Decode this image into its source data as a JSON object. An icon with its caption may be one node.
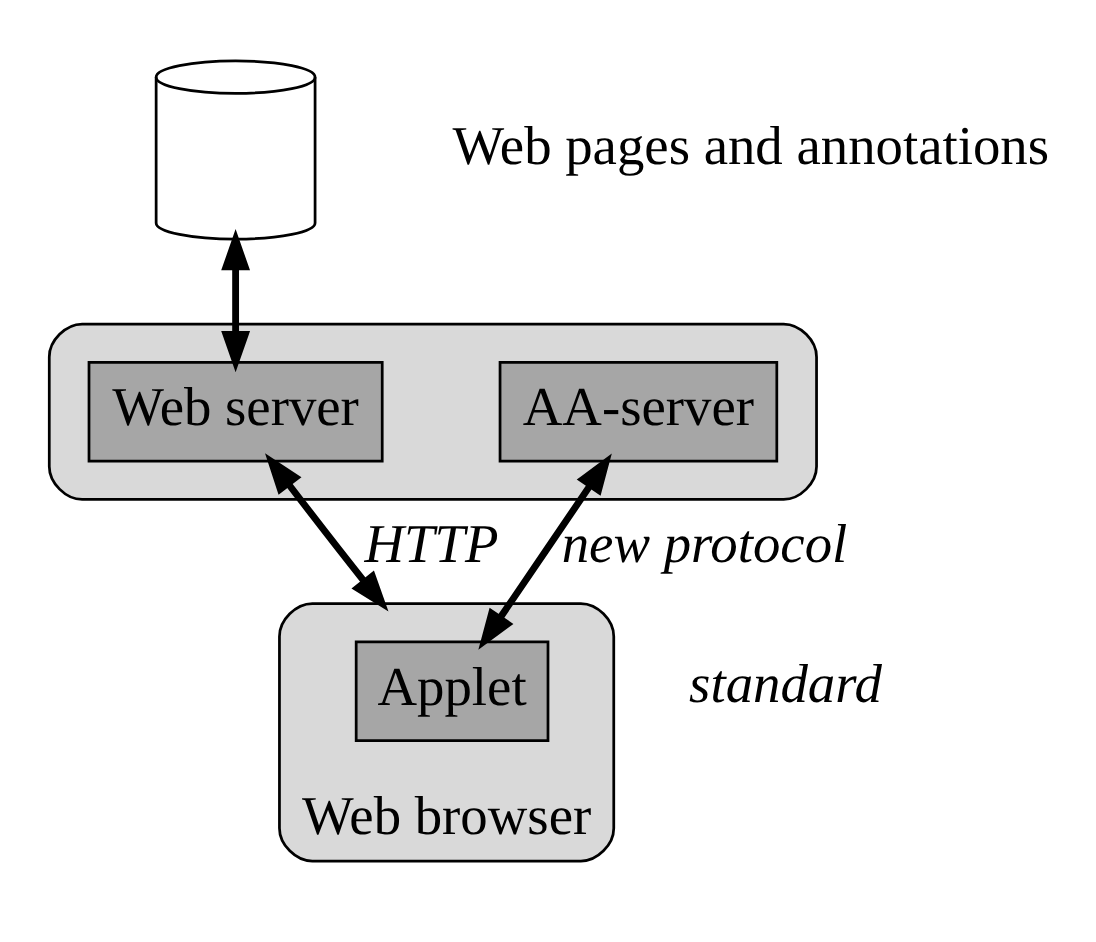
{
  "diagram": {
    "nodes": [
      {
        "text": [],
        "shape": "cylinder",
        "beside": [
          "Web pages and annotations"
        ]
      },
      {
        "text": [],
        "shape": "box"
      },
      {
        "text": [
          "Web server"
        ],
        "in": 1
      },
      {
        "text": [
          "AA-server"
        ],
        "in": 1
      },
      {
        "text": [
          "Web browser"
        ],
        "beside": [
          "standard"
        ]
      },
      {
        "text": [
          "Applet"
        ],
        "in": 4
      }
    ],
    "edges": [
      {
        "from": 0,
        "to": 2,
        "arrow": "both"
      },
      {
        "from": 2,
        "to": 4,
        "arrow": "both",
        "label": "HTTP"
      },
      {
        "from": 3,
        "to": 5,
        "arrow": "both",
        "label": "new protocol"
      }
    ]
  }
}
